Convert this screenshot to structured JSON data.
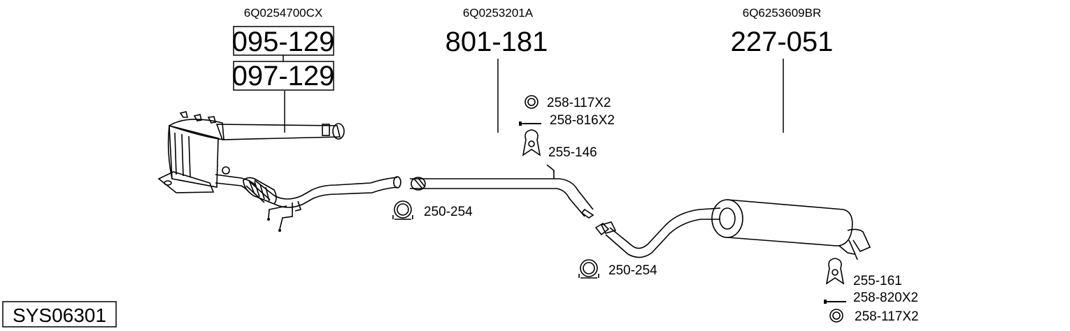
{
  "system_code": "SYS06301",
  "groups": [
    {
      "oem_number": "6Q0254700CX",
      "parts": [
        "095-129",
        "097-129"
      ]
    },
    {
      "oem_number": "6Q0253201A",
      "parts": [
        "801-181"
      ]
    },
    {
      "oem_number": "6Q6253609BR",
      "parts": [
        "227-051"
      ]
    }
  ],
  "accessories": {
    "clamp_1": "250-254",
    "clamp_2": "250-254",
    "gasket_1": "258-117X2",
    "bolt_1": "258-816X2",
    "hanger_1": "255-146",
    "hanger_2": "255-161",
    "bolt_2": "258-820X2",
    "gasket_2": "258-117X2"
  },
  "icons": {
    "dpf": "diesel-particulate-filter-icon",
    "pipe": "exhaust-pipe-icon",
    "muffler": "rear-muffler-icon",
    "clamp": "pipe-clamp-icon",
    "gasket": "ring-gasket-icon",
    "bolt": "bolt-icon",
    "hanger": "rubber-hanger-icon"
  }
}
